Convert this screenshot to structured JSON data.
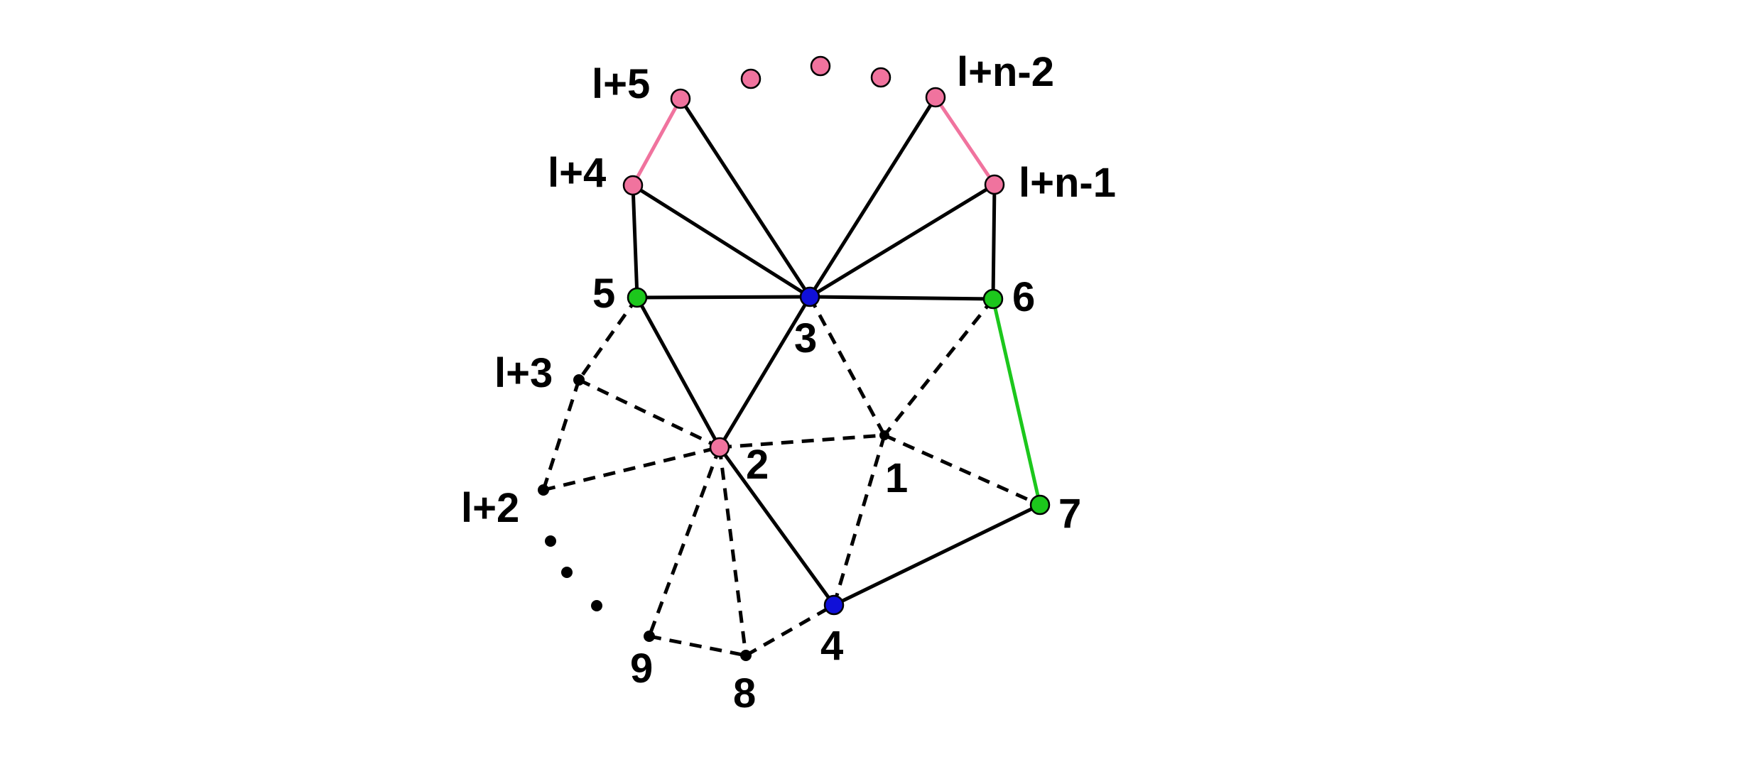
{
  "colors": {
    "pink": "#f0739e",
    "green": "#1cc71c",
    "blue": "#1010d8",
    "black": "#000000",
    "background": "#ffffff"
  },
  "labels": {
    "n1": "1",
    "n2": "2",
    "n3": "3",
    "n4": "4",
    "n5": "5",
    "n6": "6",
    "n7": "7",
    "n8": "8",
    "n9": "9",
    "l2": "l+2",
    "l3": "l+3",
    "l4": "l+4",
    "l5": "l+5",
    "ln2": "l+n-2",
    "ln1": "l+n-1"
  },
  "nodes": [
    {
      "id": "n1",
      "color": "black"
    },
    {
      "id": "n2",
      "color": "pink"
    },
    {
      "id": "n3",
      "color": "blue"
    },
    {
      "id": "n4",
      "color": "blue"
    },
    {
      "id": "n5",
      "color": "green"
    },
    {
      "id": "n6",
      "color": "green"
    },
    {
      "id": "n7",
      "color": "green"
    },
    {
      "id": "n8",
      "color": "black"
    },
    {
      "id": "n9",
      "color": "black"
    },
    {
      "id": "l2",
      "color": "black"
    },
    {
      "id": "l3",
      "color": "black"
    },
    {
      "id": "l4",
      "color": "pink"
    },
    {
      "id": "l5",
      "color": "pink"
    },
    {
      "id": "ln2",
      "color": "pink"
    },
    {
      "id": "ln1",
      "color": "pink"
    }
  ],
  "edges": [
    {
      "from": "n3",
      "to": "l5",
      "style": "solid",
      "color": "black"
    },
    {
      "from": "n3",
      "to": "l4",
      "style": "solid",
      "color": "black"
    },
    {
      "from": "n3",
      "to": "ln2",
      "style": "solid",
      "color": "black"
    },
    {
      "from": "n3",
      "to": "ln1",
      "style": "solid",
      "color": "black"
    },
    {
      "from": "n3",
      "to": "n5",
      "style": "solid",
      "color": "black"
    },
    {
      "from": "n3",
      "to": "n6",
      "style": "solid",
      "color": "black"
    },
    {
      "from": "n3",
      "to": "n2",
      "style": "solid",
      "color": "black"
    },
    {
      "from": "n5",
      "to": "l4",
      "style": "solid",
      "color": "black"
    },
    {
      "from": "n6",
      "to": "ln1",
      "style": "solid",
      "color": "black"
    },
    {
      "from": "l4",
      "to": "l5",
      "style": "solid",
      "color": "pink"
    },
    {
      "from": "ln2",
      "to": "ln1",
      "style": "solid",
      "color": "pink"
    },
    {
      "from": "n5",
      "to": "n2",
      "style": "solid",
      "color": "black"
    },
    {
      "from": "n2",
      "to": "n4",
      "style": "solid",
      "color": "black"
    },
    {
      "from": "n4",
      "to": "n7",
      "style": "solid",
      "color": "black"
    },
    {
      "from": "n6",
      "to": "n7",
      "style": "solid",
      "color": "green"
    },
    {
      "from": "n5",
      "to": "l3",
      "style": "dashed",
      "color": "black"
    },
    {
      "from": "l3",
      "to": "l2",
      "style": "dashed",
      "color": "black"
    },
    {
      "from": "l3",
      "to": "n2",
      "style": "dashed",
      "color": "black"
    },
    {
      "from": "l2",
      "to": "n2",
      "style": "dashed",
      "color": "black"
    },
    {
      "from": "n2",
      "to": "n1",
      "style": "dashed",
      "color": "black"
    },
    {
      "from": "n3",
      "to": "n1",
      "style": "dashed",
      "color": "black"
    },
    {
      "from": "n6",
      "to": "n1",
      "style": "dashed",
      "color": "black"
    },
    {
      "from": "n1",
      "to": "n7",
      "style": "dashed",
      "color": "black"
    },
    {
      "from": "n1",
      "to": "n4",
      "style": "dashed",
      "color": "black"
    },
    {
      "from": "n2",
      "to": "n9",
      "style": "dashed",
      "color": "black"
    },
    {
      "from": "n2",
      "to": "n8",
      "style": "dashed",
      "color": "black"
    },
    {
      "from": "n9",
      "to": "n8",
      "style": "dashed",
      "color": "black"
    },
    {
      "from": "n8",
      "to": "n4",
      "style": "dashed",
      "color": "black"
    }
  ]
}
